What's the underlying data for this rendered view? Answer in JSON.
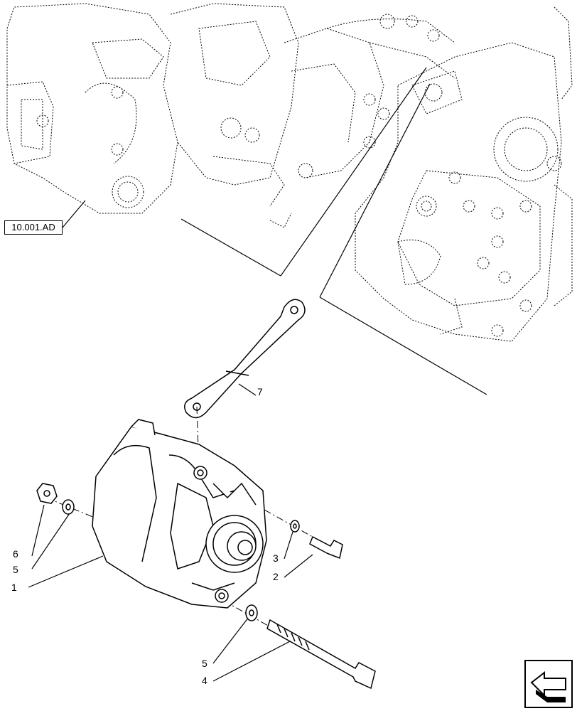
{
  "reference": {
    "label": "10.001.AD"
  },
  "callouts": [
    {
      "id": "c7",
      "label": "7"
    },
    {
      "id": "c6",
      "label": "6"
    },
    {
      "id": "c5a",
      "label": "5"
    },
    {
      "id": "c1",
      "label": "1"
    },
    {
      "id": "c3",
      "label": "3"
    },
    {
      "id": "c2",
      "label": "2"
    },
    {
      "id": "c5b",
      "label": "5"
    },
    {
      "id": "c4",
      "label": "4"
    }
  ],
  "nav": {
    "icon": "previous-page-arrow-icon"
  }
}
